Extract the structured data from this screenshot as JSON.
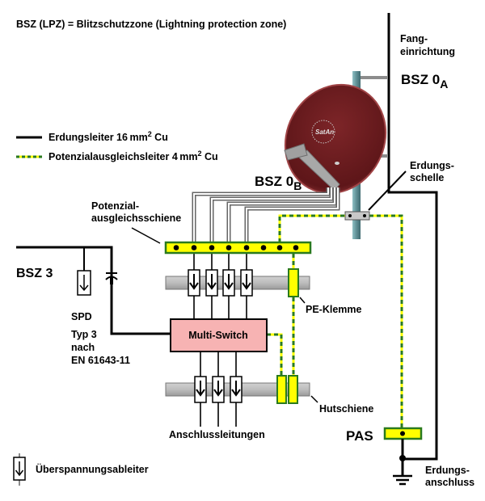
{
  "title": "BSZ (LPZ) = Blitzschutzzone (Lightning protection zone)",
  "legend": {
    "earth_conductor": {
      "label": "Erdungsleiter 16 mm",
      "sup": "2",
      "suffix": " Cu",
      "color": "#000000"
    },
    "bonding_conductor": {
      "label": "Potenzialausgleichsleiter 4 mm",
      "sup": "2",
      "suffix": " Cu",
      "colors": [
        "#ffff00",
        "#2a7a1e"
      ]
    },
    "surge_arrester": {
      "label": "Überspannungsableiter"
    }
  },
  "zones": {
    "zone_0a": {
      "label": "BSZ 0",
      "sub": "A"
    },
    "zone_0b": {
      "label": "BSZ 0",
      "sub": "B"
    },
    "zone_3": {
      "label": "BSZ 3"
    }
  },
  "labels": {
    "air_termination": [
      "Fang-",
      "einrichtung"
    ],
    "earthing_clamp": [
      "Erdungs-",
      "schelle"
    ],
    "bonding_bar": [
      "Potenzial-",
      "ausgleichsschiene"
    ],
    "spd": "SPD",
    "spd_type": [
      "Typ 3",
      "nach",
      "EN 61643-11"
    ],
    "multiswitch": "Multi-Switch",
    "pe_terminal": "PE-Klemme",
    "din_rail": "Hutschiene",
    "outputs": "Anschlussleitungen",
    "pas": "PAS",
    "earth_connection": [
      "Erdungs-",
      "anschluss"
    ],
    "dish_brand": "SatAn"
  },
  "colors": {
    "dish": "#6e1d1f",
    "dish_rim": "#8a2a2c",
    "mast": "#6f9ea4",
    "multiswitch_fill": "#f7b3b3",
    "busbar_fill": "#ffff00",
    "busbar_border": "#2a7a1e",
    "rail": "#bdbdbd",
    "coax": "#555555"
  }
}
